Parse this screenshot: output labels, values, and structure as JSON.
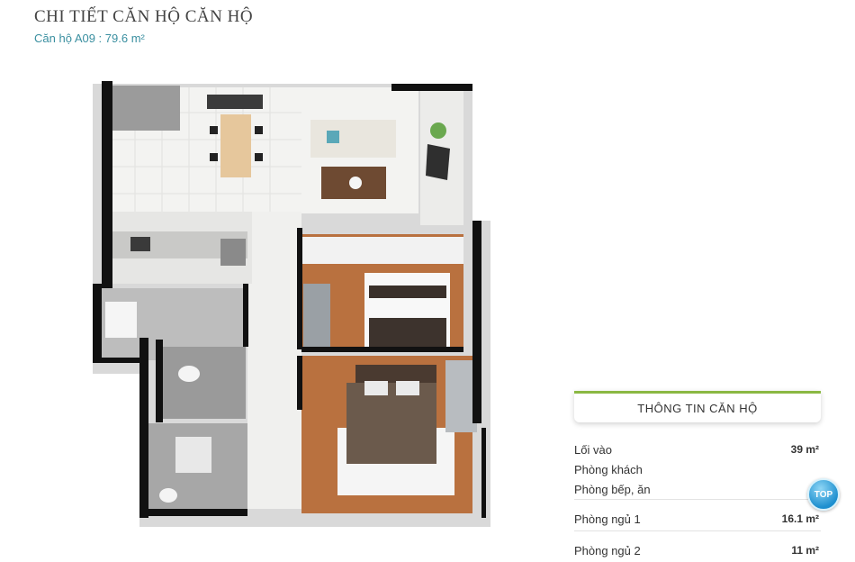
{
  "header": {
    "title": "CHI TIẾT CĂN HỘ CĂN HỘ",
    "subtitle": "Căn hộ A09 : 79.6 m²"
  },
  "info_panel": {
    "heading": "THÔNG TIN CĂN HỘ",
    "rows": [
      {
        "label": "Lối vào",
        "value": "39 m²"
      },
      {
        "label": "Phòng khách",
        "value": ""
      },
      {
        "label": "Phòng bếp, ăn",
        "value": ""
      },
      {
        "label": "Phòng ngủ 1",
        "value": "16.1 m²"
      },
      {
        "label": "Phòng ngủ 2",
        "value": "11 m²"
      }
    ]
  },
  "scroll_top": {
    "label": "TOP",
    "icon": "arrow-up-icon"
  },
  "colors": {
    "accent_green": "#8bb843",
    "subtitle_teal": "#3a8fa0",
    "wall": "#111111",
    "floor_wood": "#b9713f",
    "floor_tile": "#f2f2f0"
  }
}
